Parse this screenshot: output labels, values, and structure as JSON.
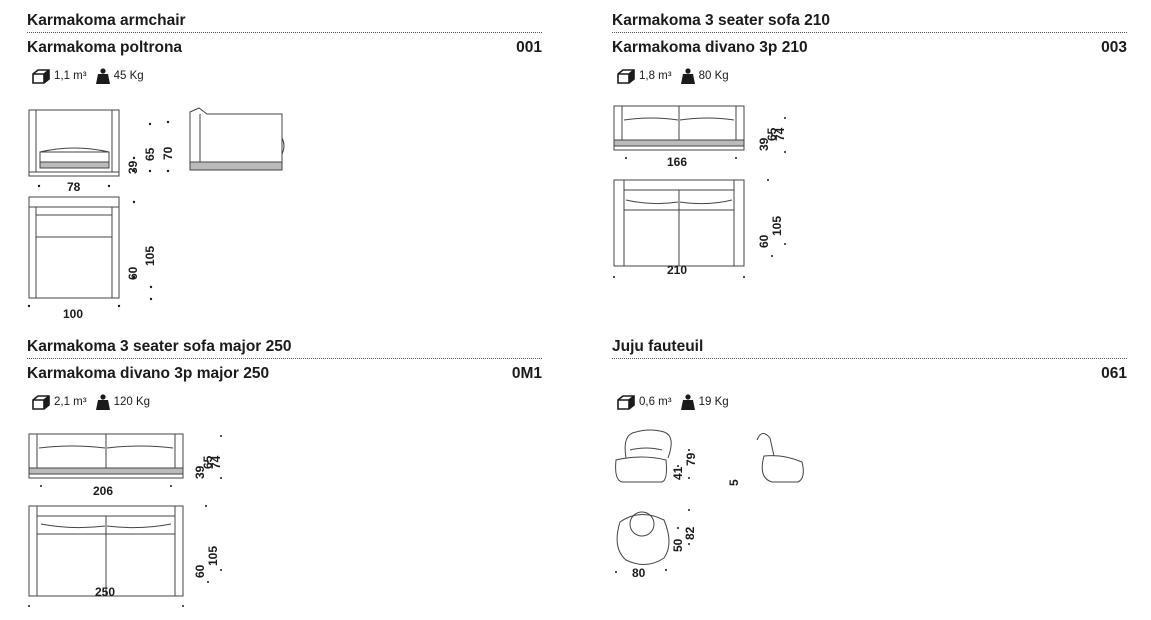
{
  "products": [
    {
      "title_en": "Karmakoma armchair",
      "title_it": "Karmakoma poltrona",
      "code": "001",
      "volume": "1,1 m³",
      "weight": "45 Kg",
      "dims": {
        "width": "78",
        "depth": "100",
        "seat_h": "39",
        "arm_h": "65",
        "back_h": "70",
        "seat_d": "60",
        "depth_side": "105"
      }
    },
    {
      "title_en": "Karmakoma 3 seater sofa 210",
      "title_it": "Karmakoma divano 3p 210",
      "code": "003",
      "volume": "1,8 m³",
      "weight": "80 Kg",
      "dims": {
        "width_front": "166",
        "width_top": "210",
        "seat_h": "39",
        "arm_h": "65",
        "back_h": "74",
        "seat_d": "60",
        "depth": "105"
      }
    },
    {
      "title_en": "Karmakoma 3 seater sofa major 250",
      "title_it": "Karmakoma divano 3p major 250",
      "code": "0M1",
      "volume": "2,1 m³",
      "weight": "120 Kg",
      "dims": {
        "width_front": "206",
        "width_top": "250",
        "seat_h": "39",
        "arm_h": "65",
        "back_h": "74",
        "seat_d": "60",
        "depth": "105"
      }
    },
    {
      "title_en": "Juju fauteuil",
      "title_it": "",
      "code": "061",
      "volume": "0,6 m³",
      "weight": "19 Kg",
      "dims": {
        "seat_h": "41",
        "back_h": "79",
        "side_mark": "5",
        "seat_d": "50",
        "depth": "82",
        "width": "80"
      }
    }
  ],
  "icons": {
    "volume": "box-volume-icon",
    "weight": "weight-icon"
  }
}
